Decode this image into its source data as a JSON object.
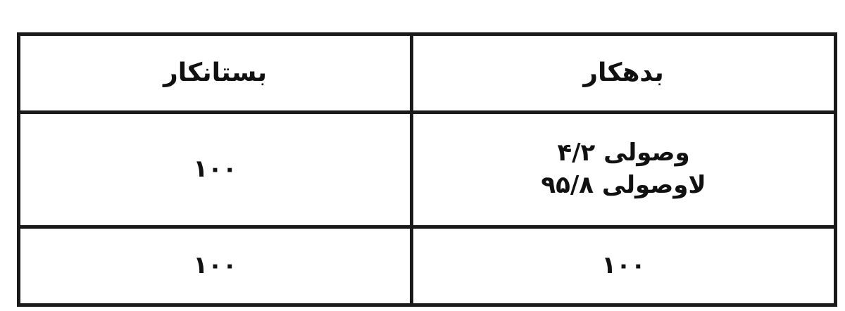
{
  "table": {
    "header": {
      "debit": "بدهکار",
      "credit": "بستانکار"
    },
    "rows": [
      {
        "debit_lines": [
          "وصولی ۴/۲",
          "لاوصولی ۹۵/۸"
        ],
        "credit": "۱۰۰"
      },
      {
        "debit": "۱۰۰",
        "credit": "۱۰۰"
      }
    ]
  }
}
